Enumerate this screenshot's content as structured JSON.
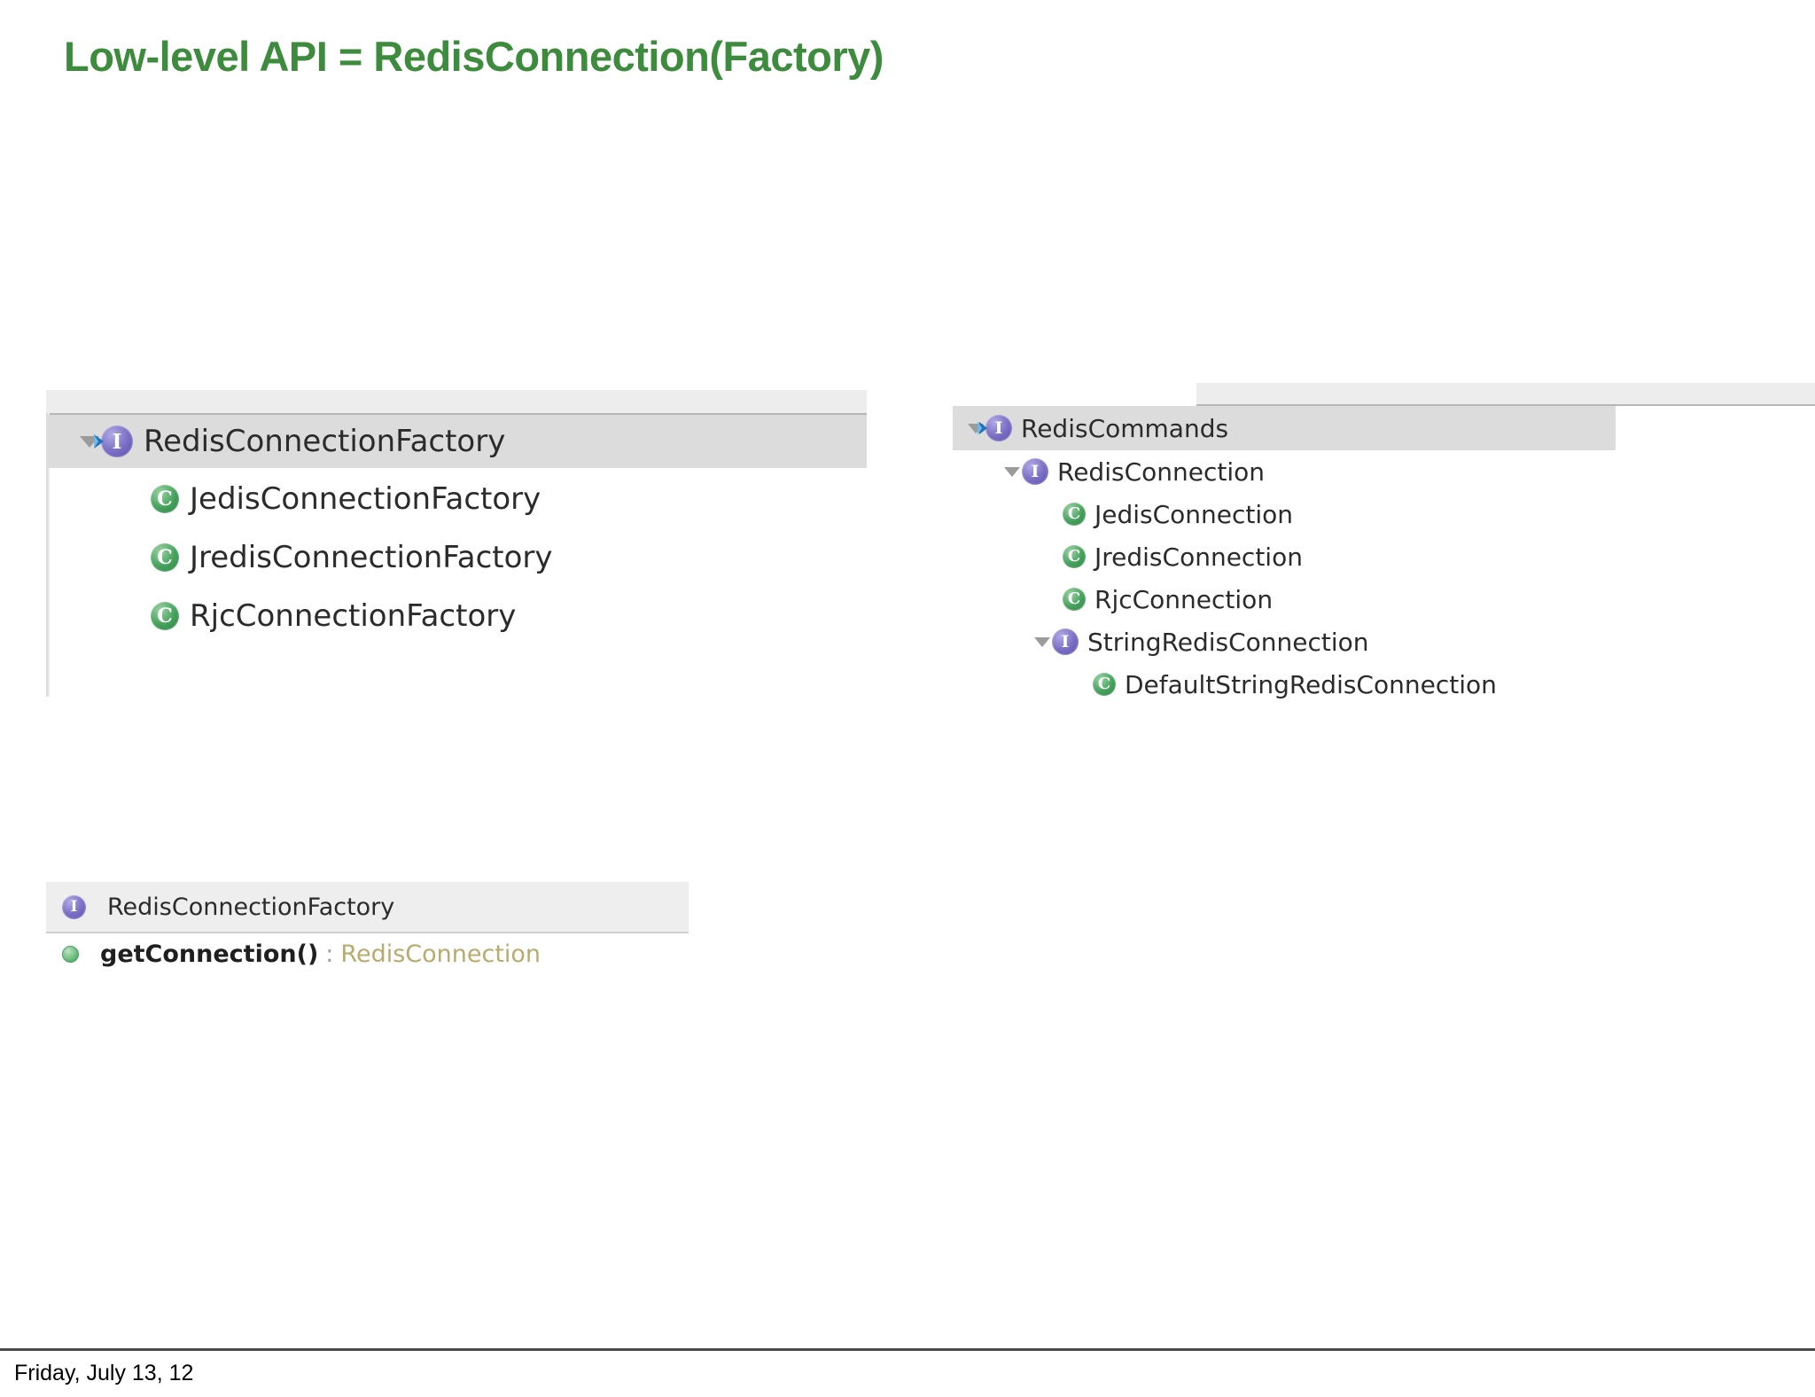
{
  "slide": {
    "title": "Low-level API = RedisConnection(Factory)",
    "title_color": "#3d8b3d",
    "footer_date": "Friday, July 13, 12"
  },
  "panels": {
    "factory_hierarchy": {
      "name": "type-hierarchy-factory",
      "rows": [
        {
          "label": "RedisConnectionFactory",
          "icon": "interface-icon",
          "badge": "override-arrow-icon",
          "expanded": true,
          "selected": true,
          "indent": 0
        },
        {
          "label": "JedisConnectionFactory",
          "icon": "class-icon",
          "badge": null,
          "expanded": false,
          "selected": false,
          "indent": 1
        },
        {
          "label": "JredisConnectionFactory",
          "icon": "class-icon",
          "badge": null,
          "expanded": false,
          "selected": false,
          "indent": 1
        },
        {
          "label": "RjcConnectionFactory",
          "icon": "class-icon",
          "badge": null,
          "expanded": false,
          "selected": false,
          "indent": 1
        }
      ]
    },
    "commands_hierarchy": {
      "name": "type-hierarchy-commands",
      "rows": [
        {
          "label": "RedisCommands",
          "icon": "interface-icon",
          "badge": "override-arrow-icon",
          "expanded": true,
          "selected": true,
          "indent": 0
        },
        {
          "label": "RedisConnection",
          "icon": "interface-icon",
          "badge": null,
          "expanded": true,
          "selected": false,
          "indent": 1
        },
        {
          "label": "JedisConnection",
          "icon": "class-icon",
          "badge": null,
          "expanded": false,
          "selected": false,
          "indent": 2
        },
        {
          "label": "JredisConnection",
          "icon": "class-icon",
          "badge": null,
          "expanded": false,
          "selected": false,
          "indent": 2
        },
        {
          "label": "RjcConnection",
          "icon": "class-icon",
          "badge": null,
          "expanded": false,
          "selected": false,
          "indent": 2
        },
        {
          "label": "StringRedisConnection",
          "icon": "interface-icon",
          "badge": null,
          "expanded": true,
          "selected": false,
          "indent": 2
        },
        {
          "label": "DefaultStringRedisConnection",
          "icon": "class-icon",
          "badge": null,
          "expanded": false,
          "selected": false,
          "indent": 3
        }
      ]
    },
    "outline": {
      "name": "outline-view",
      "header_label": "RedisConnectionFactory",
      "header_icon": "interface-icon",
      "members": [
        {
          "icon": "method-public-icon",
          "signature": "getConnection()",
          "separator": ":",
          "return_type": "RedisConnection"
        }
      ]
    }
  },
  "colors": {
    "title_green": "#3d8b3d",
    "interface_purple": "#5b4fae",
    "class_green": "#2f8346",
    "return_type_tan": "#b8ab6e",
    "selection_gray": "#dcdcdc",
    "panel_header_gray": "#ededed"
  }
}
